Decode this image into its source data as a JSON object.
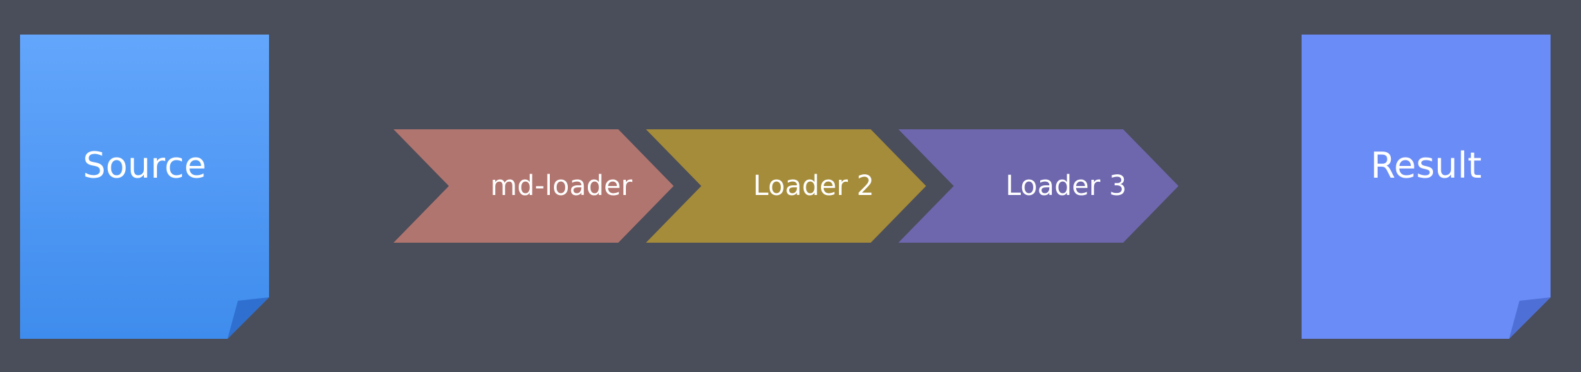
{
  "source": {
    "label": "Source",
    "color_top": "#63a6fc",
    "color_bottom": "#3e8ced",
    "fold_color": "#2f6fcf"
  },
  "result": {
    "label": "Result",
    "color": "#6a8cf6",
    "fold_color": "#4e6fd6"
  },
  "pipeline": [
    {
      "label": "md-loader",
      "color": "#b1756f"
    },
    {
      "label": "Loader 2",
      "color": "#a58c3a"
    },
    {
      "label": "Loader 3",
      "color": "#6e67ae"
    }
  ]
}
